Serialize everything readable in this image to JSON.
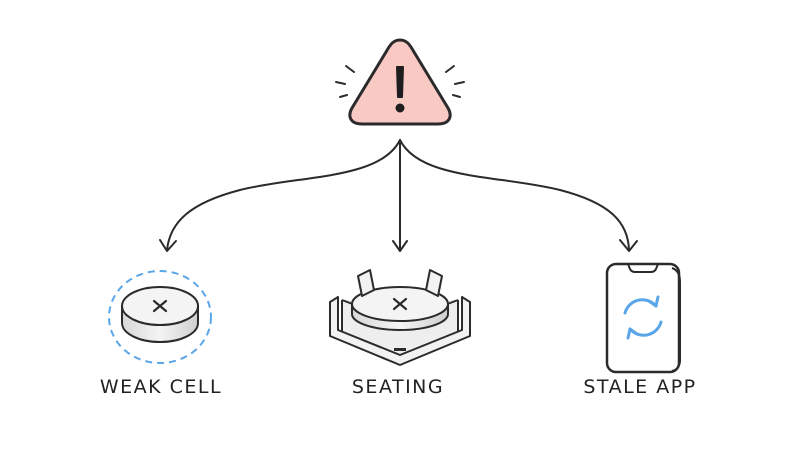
{
  "diagram": {
    "root": {
      "icon": "warning-triangle-icon",
      "fill": "#f9c9c4",
      "stroke": "#2b2b2b"
    },
    "causes": [
      {
        "label": "WEAK CELL",
        "icon": "coin-battery-icon",
        "accent": "#5aa6e8"
      },
      {
        "label": "SEATING",
        "icon": "battery-holder-icon"
      },
      {
        "label": "STALE APP",
        "icon": "smartphone-sync-icon",
        "accent": "#5aa6e8"
      }
    ]
  }
}
